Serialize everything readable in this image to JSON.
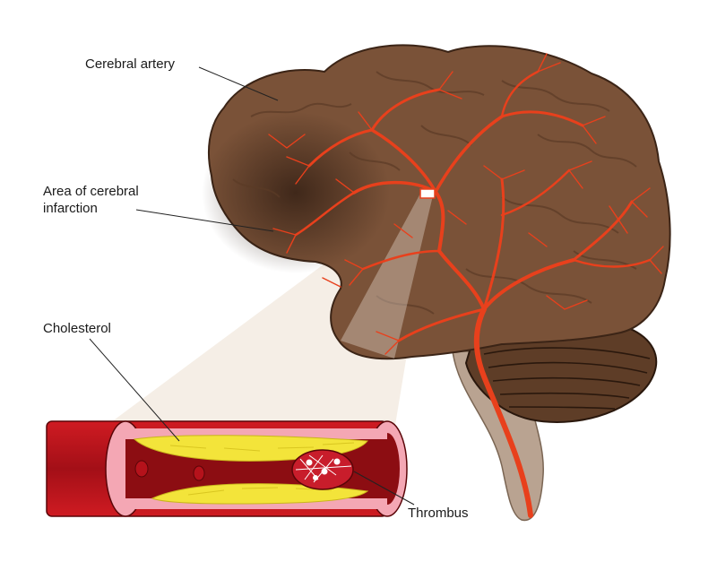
{
  "labels": {
    "cerebral_artery": "Cerebral artery",
    "infarction_line1": "Area of cerebral",
    "infarction_line2": "infarction",
    "cholesterol": "Cholesterol",
    "thrombus": "Thrombus"
  },
  "colors": {
    "brain": "#7a5238",
    "brain_dark": "#4e3220",
    "cerebellum": "#5e3d27",
    "artery": "#e8401c",
    "brainstem": "#b9a391",
    "zoom_cone": "#f3ebe2",
    "vessel_wall": "#b5121b",
    "vessel_lumen": "#8c0d12",
    "intima": "#f4a7b4",
    "plaque": "#f3e43a",
    "clot": "#c81d2b"
  },
  "icons": [
    "brain-illustration",
    "artery-tree",
    "cerebellum",
    "brainstem",
    "vessel-cross-section",
    "cholesterol-plaque",
    "thrombus-clot",
    "red-blood-cell"
  ]
}
